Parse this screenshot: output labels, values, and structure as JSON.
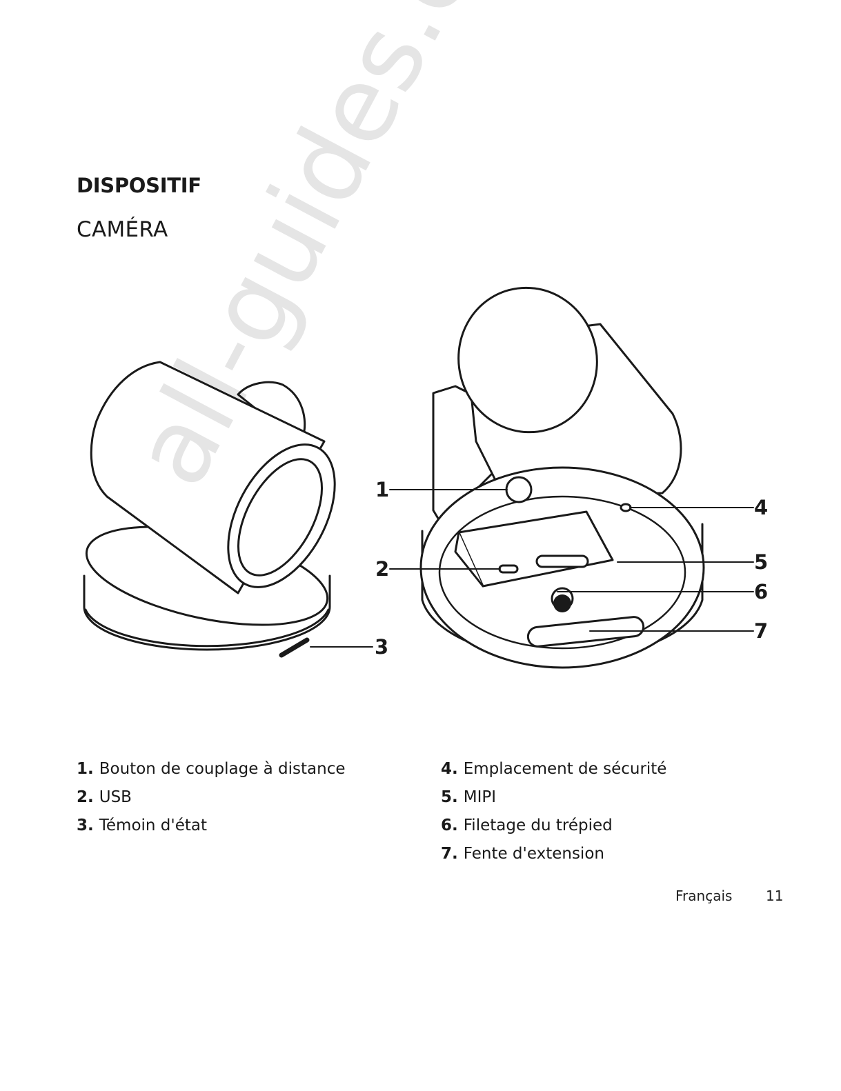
{
  "section_title": "DISPOSITIF",
  "subsection_title": "CAMÉRA",
  "watermark": "all-guides.com",
  "callouts": [
    "1",
    "2",
    "3",
    "4",
    "5",
    "6",
    "7"
  ],
  "legend_left": [
    {
      "num": "1.",
      "label": "Bouton de couplage à distance"
    },
    {
      "num": "2.",
      "label": "USB"
    },
    {
      "num": "3.",
      "label": "Témoin d'état"
    }
  ],
  "legend_right": [
    {
      "num": "4.",
      "label": "Emplacement de sécurité"
    },
    {
      "num": "5.",
      "label": "MIPI"
    },
    {
      "num": "6.",
      "label": "Filetage du trépied"
    },
    {
      "num": "7.",
      "label": "Fente d'extension"
    }
  ],
  "footer": {
    "language": "Français",
    "page_number": "11"
  }
}
